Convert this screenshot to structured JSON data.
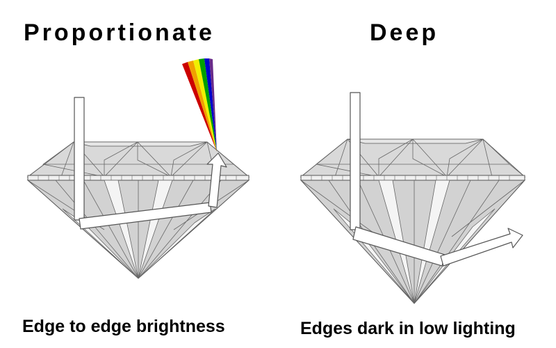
{
  "left": {
    "title": "Proportionate",
    "caption": "Edge to edge brightness"
  },
  "right": {
    "title": "Deep",
    "caption": "Edges dark in low lighting"
  },
  "colors": {
    "facet_fill": "#d4d4d4",
    "facet_light": "#f2f2f2",
    "stroke": "#555555",
    "spectrum": [
      "#cc0000",
      "#f0a000",
      "#f0f000",
      "#00a000",
      "#0000cc",
      "#6a2c8a"
    ]
  }
}
